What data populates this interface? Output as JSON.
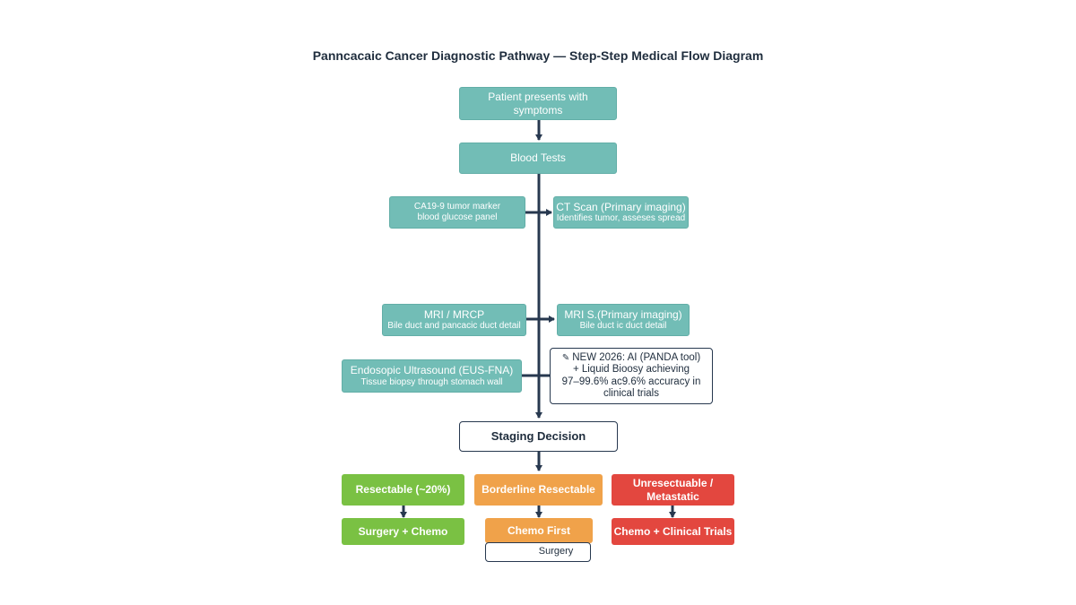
{
  "title": "Panncacaic Cancer Diagnostic Pathway — Step-Step Medical Flow Diagram",
  "nodes": {
    "symptoms": {
      "line1": "Patient presents with",
      "line2": "symptoms"
    },
    "blood_tests": {
      "label": "Blood Tests"
    },
    "markers": {
      "line1": "CA19-9 tumor marker",
      "line2": "blood glucose panel"
    },
    "ct_scan": {
      "line1": "CT Scan (Primary imaging)",
      "line2": "Identifies tumor, asseses spread"
    },
    "mri": {
      "line1": "MRI / MRCP",
      "line2": "Bile duct and pancacic duct detail"
    },
    "mri_s": {
      "line1": "MRI S.(Primary imaging)",
      "line2": "Bile duct ic duct detail"
    },
    "eus": {
      "line1": "Endosopic Ultrasound (EUS-FNA)",
      "line2": "Tissue biopsy through stomach wall"
    },
    "note": {
      "icon": "syringe-icon",
      "line1": "NEW 2026: AI (PANDA tool)",
      "line2": "+ Liquid Bioosy achieving",
      "line3": "97–99.6% ac9.6% accuracy in",
      "line4": "clinical trials"
    },
    "staging": {
      "label": "Staging Decision"
    },
    "resectable": {
      "label": "Resectable (~20%)"
    },
    "borderline": {
      "label": "Borderline Resectable"
    },
    "unresectable": {
      "line1": "Unresectuable /",
      "line2": "Metastatic"
    },
    "surgery_chemo": {
      "label": "Surgery + Chemo"
    },
    "chemo_first": {
      "label": "Chemo First"
    },
    "then_surgery": {
      "label": "Surgery"
    },
    "chemo_trials": {
      "label": "Chemo + Clinical Trials"
    }
  },
  "colors": {
    "teal": "#72bdb6",
    "navy": "#27384f",
    "green": "#7ac143",
    "orange": "#f0a24a",
    "red": "#e3473f"
  }
}
